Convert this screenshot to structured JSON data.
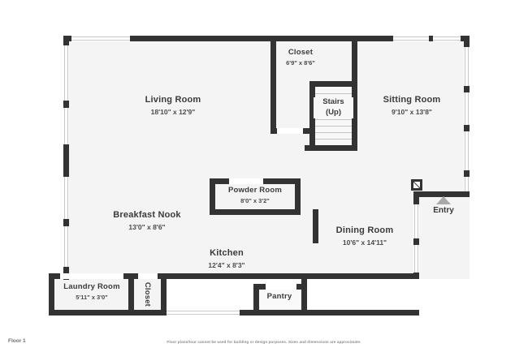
{
  "document": {
    "type": "floor-plan",
    "floor_label": "Floor 1",
    "disclaimer": "Floor plans/tour cannot be used for building or design purposes. Sizes and dimensions are approximate.",
    "colors": {
      "wall": "#333333",
      "floor_fill": "#f4f4f4",
      "window": "#d4d4d4",
      "text": "#3b3b3b",
      "entry_marker": "#a9a9a9",
      "background": "#ffffff"
    }
  },
  "rooms": {
    "living_room": {
      "name": "Living Room",
      "dimensions": "18'10\" x 12'9\""
    },
    "closet_upper": {
      "name": "Closet",
      "dimensions": "6'9\" x 8'6\""
    },
    "stairs": {
      "name": "Stairs",
      "direction": "(Up)"
    },
    "sitting_room": {
      "name": "Sitting Room",
      "dimensions": "9'10\" x 13'8\""
    },
    "powder_room": {
      "name": "Powder Room",
      "dimensions": "8'0\" x 3'2\""
    },
    "breakfast_nook": {
      "name": "Breakfast Nook",
      "dimensions": "13'0\" x 8'6\""
    },
    "kitchen": {
      "name": "Kitchen",
      "dimensions": "12'4\" x 8'3\""
    },
    "dining_room": {
      "name": "Dining Room",
      "dimensions": "10'6\" x 14'11\""
    },
    "laundry_room": {
      "name": "Laundry Room",
      "dimensions": "5'11\" x 3'0\""
    },
    "closet_lower": {
      "name": "Closet",
      "dimensions": ""
    },
    "pantry": {
      "name": "Pantry",
      "dimensions": ""
    }
  },
  "markers": {
    "entry": {
      "label": "Entry",
      "icon": "up-triangle-marker"
    }
  }
}
